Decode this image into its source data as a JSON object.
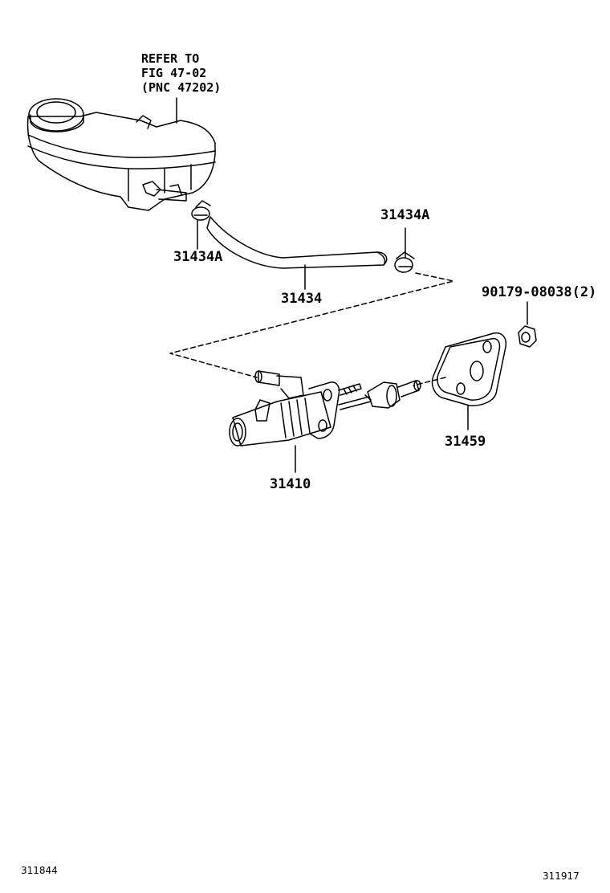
{
  "refer_note": [
    "REFER TO",
    "FIG 47-02",
    "(PNC 47202)"
  ],
  "parts": {
    "clip_left": "31434A",
    "clip_right": "31434A",
    "hose": "31434",
    "nut": "90179-08038(2)",
    "gasket": "31459",
    "master_cylinder": "31410"
  },
  "footer": {
    "left_code": "311844",
    "right_code": "311917"
  }
}
